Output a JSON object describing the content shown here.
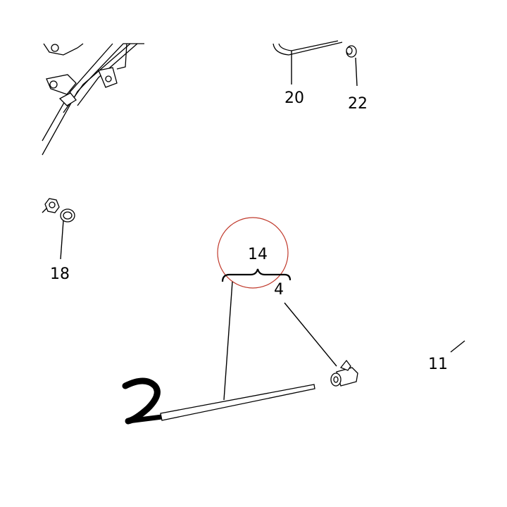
{
  "callouts": {
    "c20": "20",
    "c22": "22",
    "c18": "18",
    "c14": "14",
    "c4": "4",
    "c11": "11"
  },
  "colors": {
    "ink": "#000000",
    "highlight_circle": "#c0392b"
  }
}
